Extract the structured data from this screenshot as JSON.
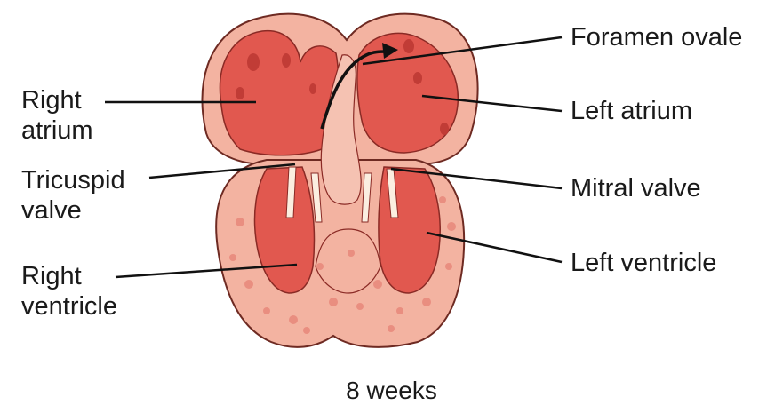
{
  "labels": {
    "right_atrium": [
      "Right",
      "atrium"
    ],
    "tricuspid_valve": [
      "Tricuspid",
      "valve"
    ],
    "right_ventricle": [
      "Right",
      "ventricle"
    ],
    "foramen_ovale": "Foramen ovale",
    "left_atrium": "Left atrium",
    "mitral_valve": "Mitral valve",
    "left_ventricle": "Left ventricle"
  },
  "caption": "8 weeks",
  "colors": {
    "outer_tissue": "#f3b3a1",
    "outer_outline": "#6e2a22",
    "chamber": "#e1584f",
    "chamber_dark": "#c13c36",
    "septum": "#f5c2b2",
    "myocardium_spots": "#e98e80",
    "valve": "#fbeee0"
  }
}
